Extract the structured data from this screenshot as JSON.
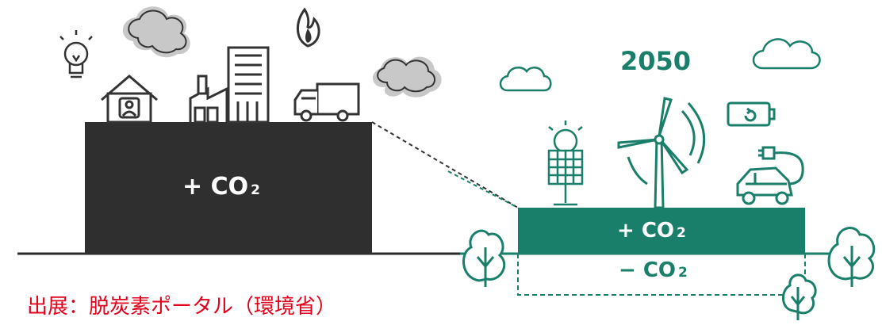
{
  "diagram": {
    "year_label": "2050",
    "left_block_label": "+ CO",
    "left_block_sub": "2",
    "right_emission_label": "+ CO",
    "right_emission_sub": "2",
    "right_absorption_label": "− CO",
    "right_absorption_sub": "2",
    "source": "出展：脱炭素ポータル（環境省）"
  },
  "colors": {
    "dark_block": "#2f2f2f",
    "green": "#1a7f6a",
    "source_text": "#e3001b",
    "cloud": "#c8c8c8"
  },
  "icons": [
    "light-bulb-icon",
    "house-icon",
    "factory-icon",
    "building-icon",
    "truck-icon",
    "fire-icon",
    "smoke-cloud-icon",
    "solar-panel-icon",
    "wind-turbine-icon",
    "battery-icon",
    "electric-car-icon",
    "plug-icon",
    "tree-icon"
  ]
}
